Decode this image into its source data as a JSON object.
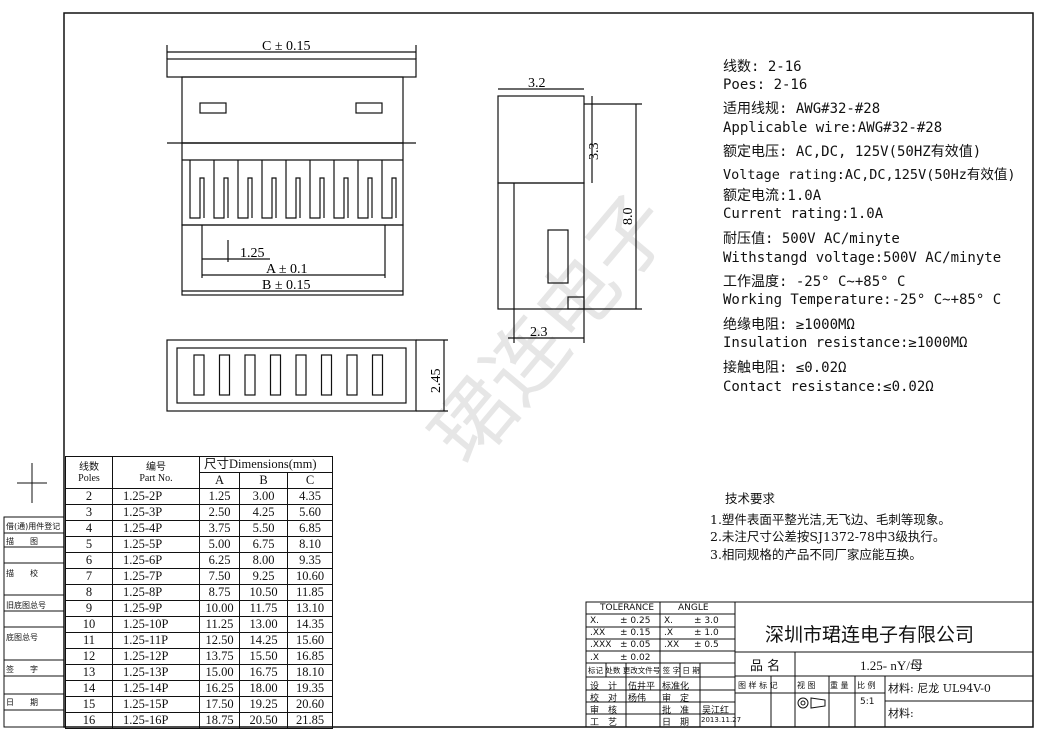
{
  "drawing": {
    "dim_top_width": "C ± 0.15",
    "dim_pitch": "1.25",
    "dim_a": "A ± 0.1",
    "dim_b": "B ± 0.15",
    "dim_side_width": "3.2",
    "dim_side_upper": "3.3",
    "dim_side_total": "8.0",
    "dim_side_bottom": "2.3",
    "dim_bottom_height": "2.45",
    "watermark": "珺连电子"
  },
  "specs": [
    "线数: 2-16",
    "Poes: 2-16",
    "适用线规: AWG#32-#28",
    "Applicable wire:AWG#32-#28",
    "额定电压: AC,DC, 125V(50HZ有效值)",
    "Voltage rating:AC,DC,125V(50Hz有效值)",
    "额定电流:1.0A",
    "Current rating:1.0A",
    "耐压值: 500V AC/minyte",
    "Withstangd voltage:500V AC/minyte",
    "工作温度: -25° C~+85° C",
    "Working Temperature:-25° C~+85° C",
    "绝缘电阻: ≥1000MΩ",
    "Insulation resistance:≥1000MΩ",
    "接触电阻: ≤0.02Ω",
    "Contact resistance:≤0.02Ω"
  ],
  "requirements": {
    "title": "技术要求",
    "items": [
      "1.塑件表面平整光洁,无飞边、毛刺等现象。",
      "2.未注尺寸公差按SJ1372-78中3级执行。",
      "3.相同规格的产品不同厂家应能互换。"
    ]
  },
  "table": {
    "h_poles_cn": "线数",
    "h_poles_en": "Poles",
    "h_part_cn": "编号",
    "h_part_en": "Part No.",
    "h_dims": "尺寸Dimensions(mm)",
    "h_a": "A",
    "h_b": "B",
    "h_c": "C",
    "rows": [
      {
        "poles": "2",
        "part": "1.25-2P",
        "a": "1.25",
        "b": "3.00",
        "c": "4.35"
      },
      {
        "poles": "3",
        "part": "1.25-3P",
        "a": "2.50",
        "b": "4.25",
        "c": "5.60"
      },
      {
        "poles": "4",
        "part": "1.25-4P",
        "a": "3.75",
        "b": "5.50",
        "c": "6.85"
      },
      {
        "poles": "5",
        "part": "1.25-5P",
        "a": "5.00",
        "b": "6.75",
        "c": "8.10"
      },
      {
        "poles": "6",
        "part": "1.25-6P",
        "a": "6.25",
        "b": "8.00",
        "c": "9.35"
      },
      {
        "poles": "7",
        "part": "1.25-7P",
        "a": "7.50",
        "b": "9.25",
        "c": "10.60"
      },
      {
        "poles": "8",
        "part": "1.25-8P",
        "a": "8.75",
        "b": "10.50",
        "c": "11.85"
      },
      {
        "poles": "9",
        "part": "1.25-9P",
        "a": "10.00",
        "b": "11.75",
        "c": "13.10"
      },
      {
        "poles": "10",
        "part": "1.25-10P",
        "a": "11.25",
        "b": "13.00",
        "c": "14.35"
      },
      {
        "poles": "11",
        "part": "1.25-11P",
        "a": "12.50",
        "b": "14.25",
        "c": "15.60"
      },
      {
        "poles": "12",
        "part": "1.25-12P",
        "a": "13.75",
        "b": "15.50",
        "c": "16.85"
      },
      {
        "poles": "13",
        "part": "1.25-13P",
        "a": "15.00",
        "b": "16.75",
        "c": "18.10"
      },
      {
        "poles": "14",
        "part": "1.25-14P",
        "a": "16.25",
        "b": "18.00",
        "c": "19.35"
      },
      {
        "poles": "15",
        "part": "1.25-15P",
        "a": "17.50",
        "b": "19.25",
        "c": "20.60"
      },
      {
        "poles": "16",
        "part": "1.25-16P",
        "a": "18.75",
        "b": "20.50",
        "c": "21.85"
      }
    ]
  },
  "side_labels": [
    "借(通)用件登记",
    "描　　图",
    "描　　校",
    "旧底图总号",
    "底图总号",
    "签　　字",
    "日　　期"
  ],
  "title_block": {
    "company": "深圳市珺连电子有限公司",
    "tolerance_label": "TOLERANCE",
    "angle_label": "ANGLE",
    "tol_rows": [
      {
        "k": "X.",
        "v": "± 0.25",
        "ak": "X.",
        "av": "± 3.0"
      },
      {
        "k": ".XX",
        "v": "± 0.15",
        "ak": ".X",
        "av": "± 1.0"
      },
      {
        "k": ".XXX",
        "v": "± 0.05",
        "ak": ".XX",
        "av": "± 0.5"
      },
      {
        "k": ".X",
        "v": "± 0.02",
        "ak": "",
        "av": ""
      }
    ],
    "rev_header": "标记 处数 更改文件号 签 字 日 期",
    "design_label": "设　计",
    "designer": "伍井平",
    "std_label": "标准化",
    "check_label": "校　对",
    "checker": "杨伟",
    "review_label": "审　定",
    "audit_label": "审　核",
    "approve_label": "批　准",
    "approver": "吴江红",
    "process_label": "工　艺",
    "date_label": "日　期",
    "date_value": "2013.11.27",
    "product_label": "品 名",
    "product_value": "1.25- nY/母",
    "cols_label": "图 样 标 记",
    "view_label": "视 图",
    "weight_label": "重 量",
    "scale_label": "比 例",
    "scale_value": "5:1",
    "material_label1": "材料: 尼龙 UL94V-0",
    "material_label2": "材料:"
  }
}
